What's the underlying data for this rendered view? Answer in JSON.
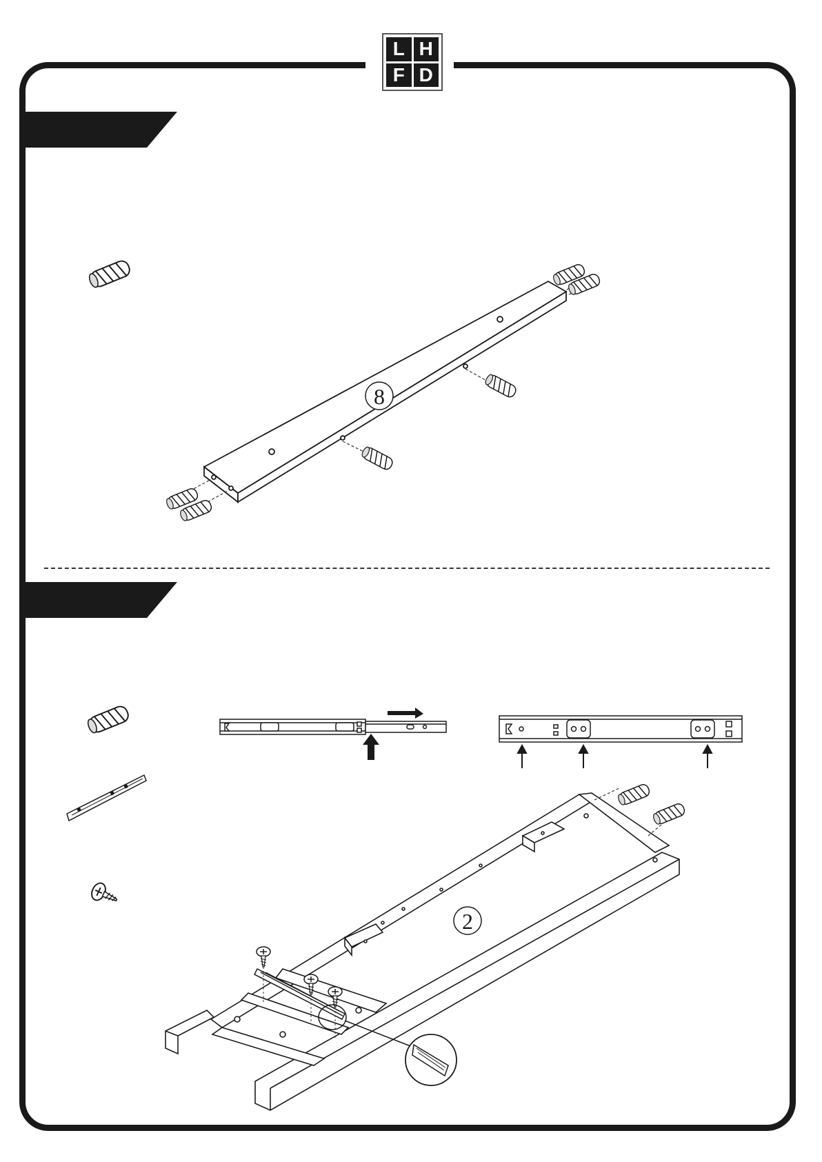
{
  "logo": {
    "letters": [
      "L",
      "H",
      "F",
      "D"
    ]
  },
  "step1": {
    "panel_number": "8"
  },
  "step2": {
    "panel_number": "2"
  },
  "icons": {
    "dowel": "dowel-icon",
    "drawer_slide": "drawer-slide-icon",
    "screw": "screw-icon"
  },
  "colors": {
    "ink": "#1a1a1a",
    "paper": "#ffffff"
  }
}
